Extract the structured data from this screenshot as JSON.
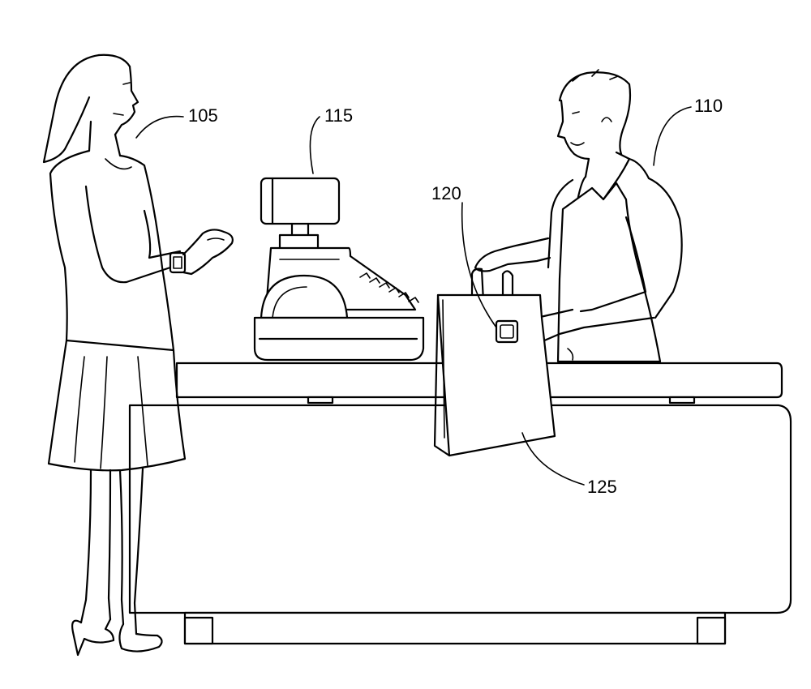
{
  "figure": {
    "labels": {
      "customer": "105",
      "clerk": "110",
      "register": "115",
      "tag": "120",
      "bag": "125"
    }
  }
}
